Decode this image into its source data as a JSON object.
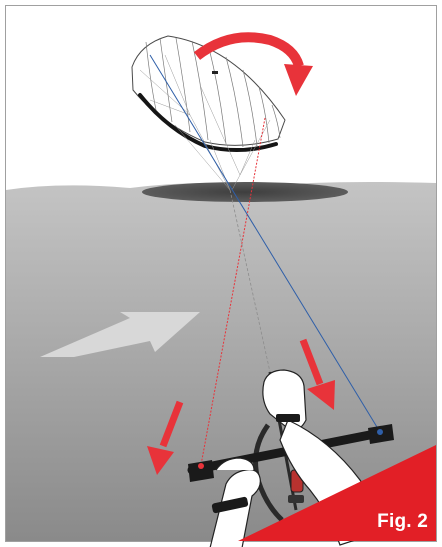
{
  "figure": {
    "label": "Fig. 2"
  },
  "colors": {
    "sky": "#ffffff",
    "water_top": "#bcbcbc",
    "water_bottom": "#8c8c8c",
    "kite_outline": "#5a5a5a",
    "kite_leading_edge": "#1a1a1a",
    "shadow": "#4a4a4a",
    "line_red": "#e8333a",
    "line_blue": "#2f5fa8",
    "line_grey": "#777777",
    "arrow_red": "#e8333a",
    "wind_arrow": "#d4d4d4",
    "bar": "#1c1c1c",
    "hand": "#ffffff",
    "corner_red": "#e21f26",
    "frame": "#9a9a9a"
  },
  "icons": {
    "rotation_arrow": "curved-arrow-clockwise",
    "pull_arrows": "down-arrow",
    "wind": "wind-arrow"
  }
}
